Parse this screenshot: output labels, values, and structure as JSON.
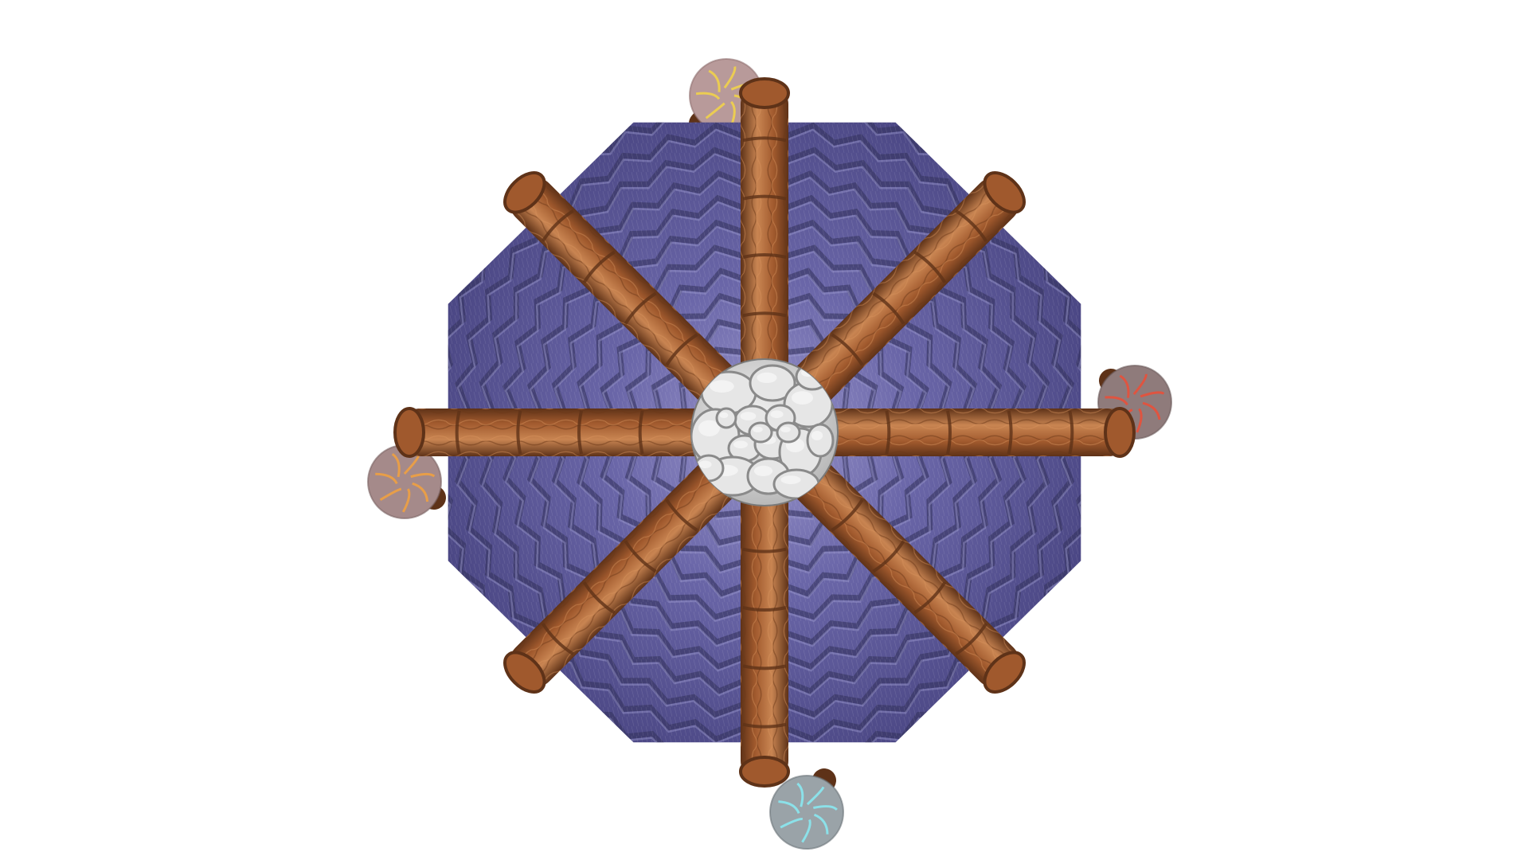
{
  "scene": {
    "background": "#ffffff",
    "subject": "octagonal-roof-tower-top-down",
    "roof": {
      "shape": "octagon",
      "material": "purple-fur-shingles",
      "colors": {
        "base": "#4b4784",
        "mid": "#6a66a8",
        "light": "#9a96cc",
        "dark": "#36335f"
      }
    },
    "beams": {
      "count": 8,
      "material": "wood",
      "colors": {
        "base": "#a0592d",
        "light": "#c98552",
        "dark": "#5e3218"
      }
    },
    "center_cap": {
      "material": "cobblestone",
      "colors": {
        "base": "#cfcfcf",
        "stone": "#e6e6e6",
        "mortar": "#8a8a8a"
      }
    },
    "crystal_orbs": [
      {
        "name": "gold-lava-orb",
        "colors": [
          "#b89a9a",
          "#f1d24a",
          "#8f6f6f"
        ]
      },
      {
        "name": "red-lava-orb-right",
        "colors": [
          "#8f7b7b",
          "#e8503a",
          "#6a5a5a"
        ]
      },
      {
        "name": "orange-lava-orb-left",
        "colors": [
          "#a58a8a",
          "#f0a040",
          "#7a6262"
        ]
      },
      {
        "name": "cyan-ice-orb",
        "colors": [
          "#9aa3a8",
          "#8ae8f0",
          "#6a7378"
        ]
      }
    ]
  }
}
